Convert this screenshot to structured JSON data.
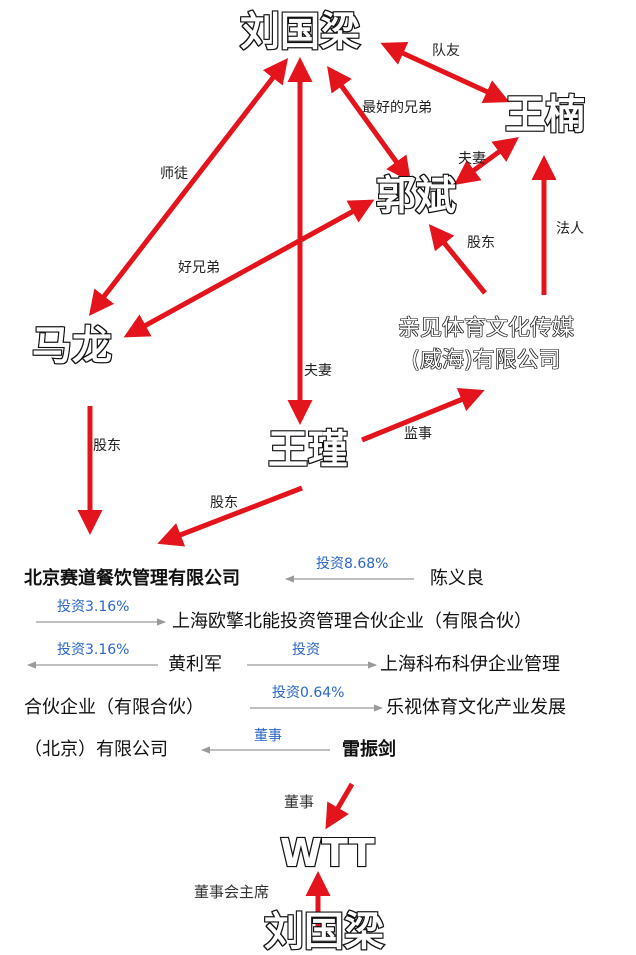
{
  "diagram": {
    "nodes": {
      "liu_guoliang": "刘国梁",
      "wang_nan": "王楠",
      "guo_bin": "郭斌",
      "ma_long": "马龙",
      "wang_jin": "王瑾",
      "qinjian_line1": "亲见体育文化传媒",
      "qinjian_line2": "(威海)有限公司",
      "wtt": "WTT",
      "liu_bottom_partial": "刘国梁"
    },
    "edges": {
      "teammates": "队友",
      "best_brothers": "最好的兄弟",
      "couple_top": "夫妻",
      "master_apprentice": "师徒",
      "good_brothers": "好兄弟",
      "shareholder_guo": "股东",
      "legal_person": "法人",
      "couple_long": "夫妻",
      "supervisor": "监事",
      "shareholder_ma": "股东",
      "shareholder_wang": "股东",
      "director": "董事",
      "chairman": "董事会主席"
    },
    "text_section": {
      "row1_company": "北京赛道餐饮管理有限公司",
      "row1_inv": "投资8.68%",
      "row1_person": "陈义良",
      "row2_inv": "投资3.16%",
      "row2_company": "上海欧擎北能投资管理合伙企业（有限合伙）",
      "row3_inv_left": "投资3.16%",
      "row3_person": "黄利军",
      "row3_inv_right": "投资",
      "row3_company": "上海科布科伊企业管理",
      "row4_company_cont": "合伙企业（有限合伙）",
      "row4_inv": "投资0.64%",
      "row4_company": "乐视体育文化产业发展",
      "row5_company_cont": "（北京）有限公司",
      "row5_role": "董事",
      "row5_person": "雷振剑"
    },
    "colors": {
      "arrow_red": "#e3141b",
      "arrow_gray": "#9a9a9a",
      "invest_blue": "#2a66c9"
    }
  }
}
